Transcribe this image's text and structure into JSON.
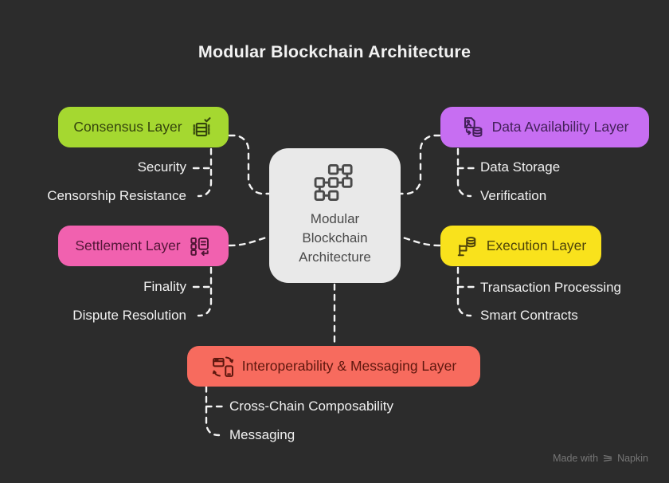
{
  "title": "Modular Blockchain Architecture",
  "colors": {
    "background": "#2c2c2c",
    "connector": "#ffffff",
    "title_text": "#f2f2f2",
    "subitem_text": "#f1f1f1",
    "center_bg": "#e9e9e9",
    "center_text": "#4a4a4a",
    "watermark": "#767676"
  },
  "center_node": {
    "icon": "blocks-flow-icon",
    "lines": [
      "Modular",
      "Blockchain",
      "Architecture"
    ]
  },
  "nodes": [
    {
      "id": "consensus-layer",
      "label": "Consensus Layer",
      "bg": "#a5d830",
      "fg": "#34430d",
      "icon": "consensus-blocks-check-icon",
      "children": [
        "Security",
        "Censorship Resistance"
      ]
    },
    {
      "id": "data-availability-layer",
      "label": "Data Availability Layer",
      "bg": "#c76ef2",
      "fg": "#432059",
      "icon": "file-to-database-icon",
      "children": [
        "Data Storage",
        "Verification"
      ]
    },
    {
      "id": "settlement-layer",
      "label": "Settlement Layer",
      "bg": "#f161af",
      "fg": "#521636",
      "icon": "stack-document-return-icon",
      "children": [
        "Finality",
        "Dispute Resolution"
      ]
    },
    {
      "id": "execution-layer",
      "label": "Execution Layer",
      "bg": "#f9e21c",
      "fg": "#4d430a",
      "icon": "database-flag-icon",
      "children": [
        "Transaction Processing",
        "Smart Contracts"
      ]
    },
    {
      "id": "interoperability-messaging-layer",
      "label": "Interoperability & Messaging Layer",
      "bg": "#f76b5e",
      "fg": "#5e170e",
      "icon": "devices-sync-icon",
      "children": [
        "Cross-Chain Composability",
        "Messaging"
      ]
    }
  ],
  "watermark": {
    "prefix": "Made with",
    "brand": "Napkin"
  }
}
